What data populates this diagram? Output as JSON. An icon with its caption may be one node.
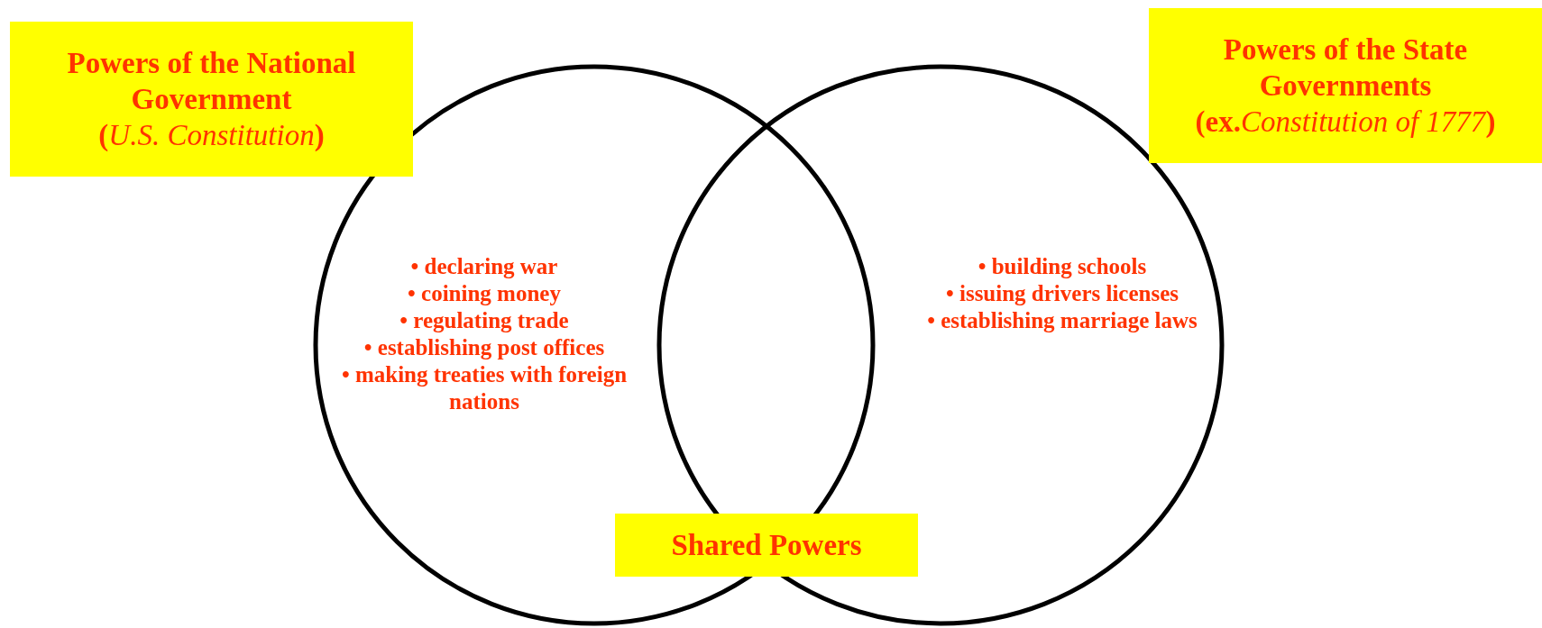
{
  "diagram": {
    "nodes": [
      {
        "text": [
          "Powers of the National Government",
          "(*U.S. Constitution*)"
        ]
      },
      {
        "text": [
          "Powers of the State Governments",
          "(ex.*Constitution of 1777*)"
        ]
      },
      {
        "text": [
          "• declaring war",
          "• coining money",
          "• regulating trade",
          "• establishing post offices",
          "• making treaties with foreign nations"
        ]
      },
      {
        "text": [
          "• building schools",
          "• issuing drivers licenses",
          "• establishing marriage laws"
        ]
      },
      {
        "text": [
          "Shared Powers"
        ]
      }
    ]
  }
}
